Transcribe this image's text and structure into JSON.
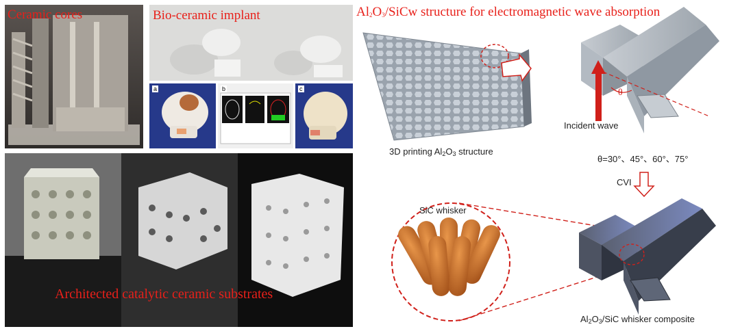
{
  "titles": {
    "ceramic_cores": "Ceramic cores",
    "bio_implant": "Bio-ceramic implant",
    "catalytic": "Architected catalytic ceramic substrates",
    "em_title_a": "Al",
    "em_title_sub1": "2",
    "em_title_b": "O",
    "em_title_sub2": "3",
    "em_title_c": "/SiCw structure for electromagnetic wave absorption"
  },
  "implant_labels": {
    "a": "a",
    "b": "b",
    "c": "c"
  },
  "diagram": {
    "printing_a": "3D printing Al",
    "printing_sub1": "2",
    "printing_b": "O",
    "printing_sub2": "3",
    "printing_c": " structure",
    "incident": "Incident wave",
    "theta_symbol": "θ",
    "angles": "θ=30°、45°、60°、75°",
    "cvi": "CVI",
    "whisker": "SiC whisker",
    "composite_a": "Al",
    "composite_sub1": "2",
    "composite_b": "O",
    "composite_sub2": "3",
    "composite_c": "/SiC whisker composite"
  },
  "colors": {
    "title_red": "#e8201a",
    "arrow_red": "#d0201a",
    "whisker_brown": "#b8631e",
    "block_gray": "#9aa3ad",
    "block_dark": "#3a3f4c"
  }
}
